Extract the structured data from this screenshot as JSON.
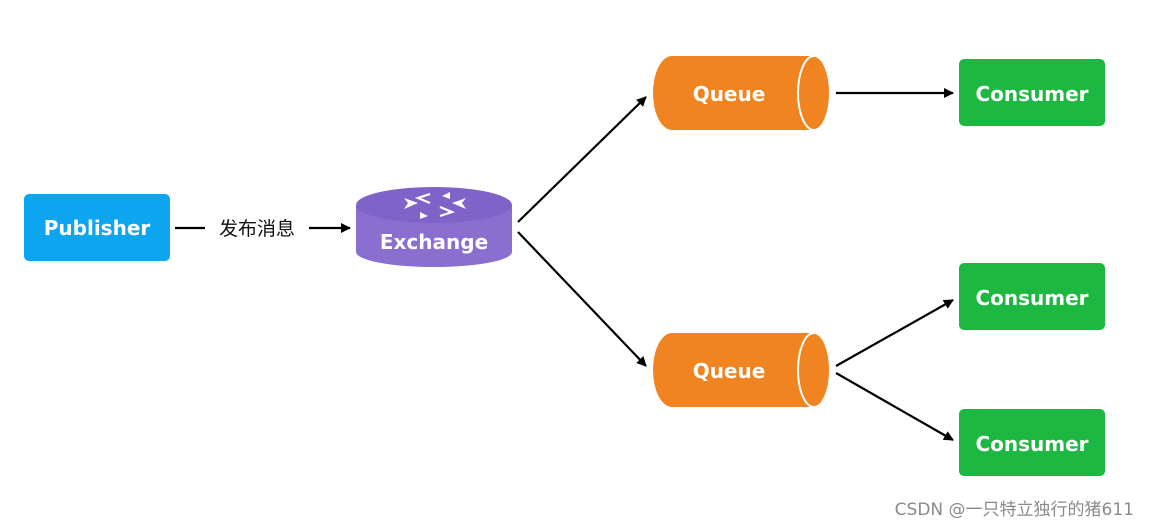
{
  "nodes": {
    "publisher": {
      "label": "Publisher",
      "color": "#0ea5f0"
    },
    "exchange": {
      "label": "Exchange",
      "color": "#8a6fd1",
      "top_color": "#7f63c9"
    },
    "queue_top": {
      "label": "Queue",
      "color": "#ef8420"
    },
    "queue_bottom": {
      "label": "Queue",
      "color": "#ef8420"
    },
    "consumer_1": {
      "label": "Consumer",
      "color": "#1cb841"
    },
    "consumer_2": {
      "label": "Consumer",
      "color": "#1cb841"
    },
    "consumer_3": {
      "label": "Consumer",
      "color": "#1cb841"
    }
  },
  "edges": {
    "publish_label": "发布消息"
  },
  "watermark": "CSDN @一只特立独行的猪611"
}
